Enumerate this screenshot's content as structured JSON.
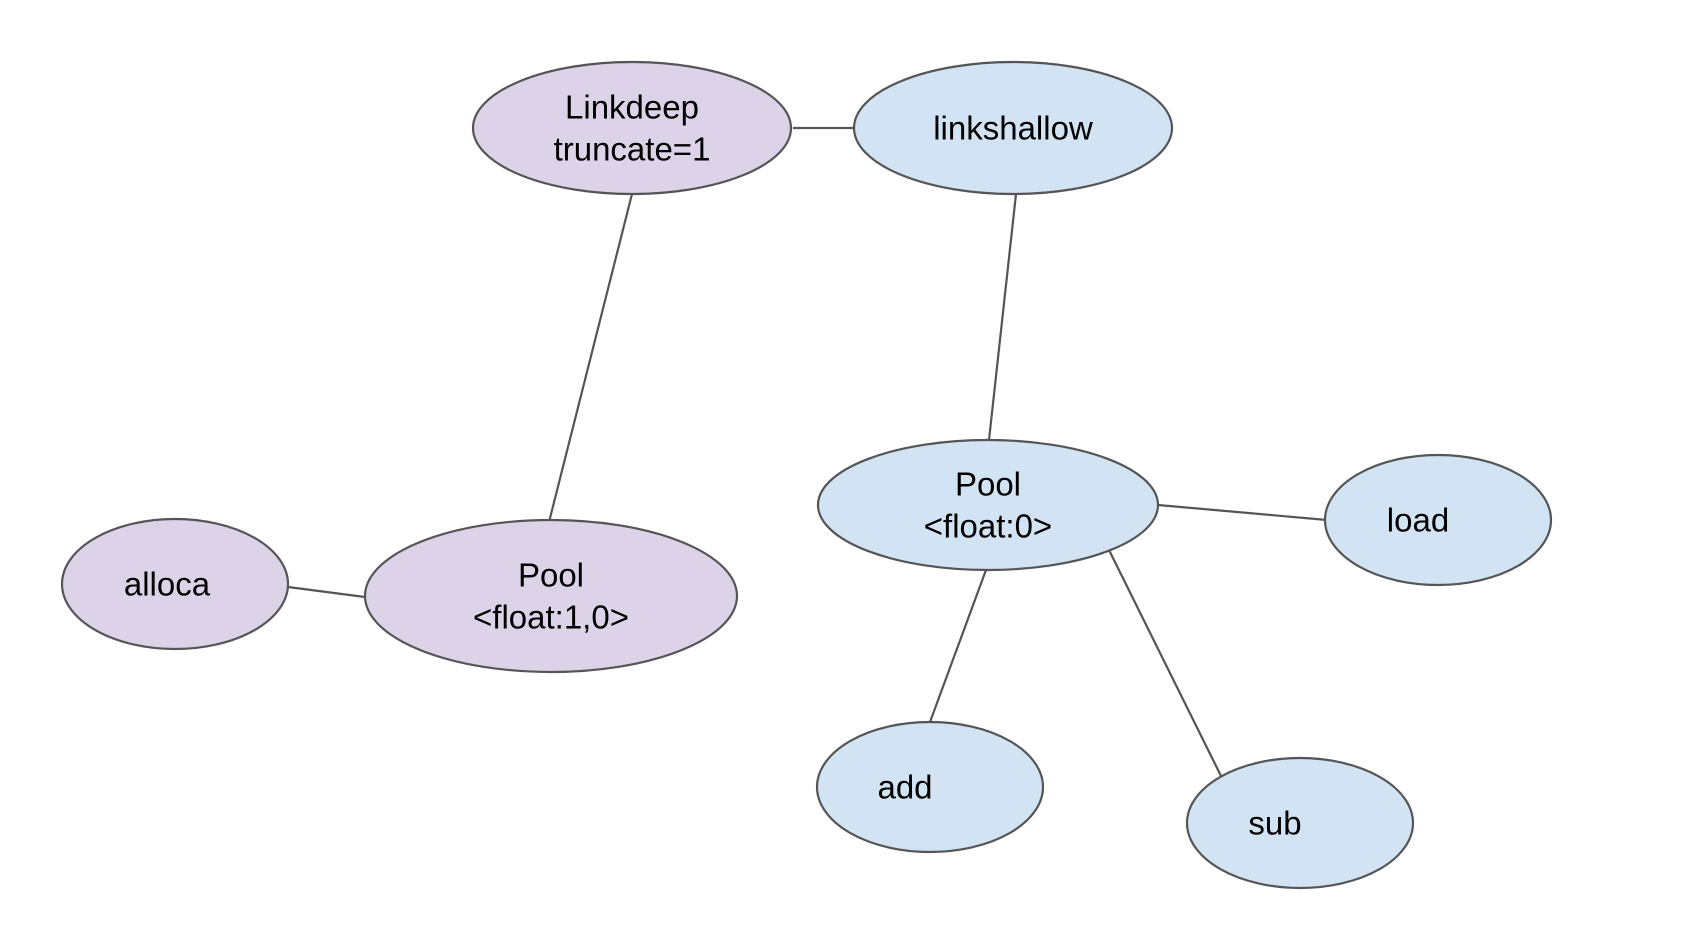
{
  "colors": {
    "purple_fill": "#dcd3e8",
    "blue_fill": "#d2e3f4",
    "outline": "#555555",
    "edge": "#555555"
  },
  "nodes": [
    {
      "id": "linkdeep",
      "lines": [
        "Linkdeep",
        "truncate=1"
      ],
      "color": "purple"
    },
    {
      "id": "linkshallow",
      "lines": [
        "linkshallow"
      ],
      "color": "blue"
    },
    {
      "id": "pool-left",
      "lines": [
        "Pool",
        "<float:1,0>"
      ],
      "color": "purple"
    },
    {
      "id": "alloca",
      "lines": [
        "alloca"
      ],
      "color": "purple"
    },
    {
      "id": "pool-right",
      "lines": [
        "Pool",
        "<float:0>"
      ],
      "color": "blue"
    },
    {
      "id": "load",
      "lines": [
        "load"
      ],
      "color": "blue"
    },
    {
      "id": "add",
      "lines": [
        "add"
      ],
      "color": "blue"
    },
    {
      "id": "sub",
      "lines": [
        "sub"
      ],
      "color": "blue"
    }
  ],
  "edges": [
    {
      "from": "linkdeep",
      "to": "linkshallow"
    },
    {
      "from": "linkdeep",
      "to": "pool-left"
    },
    {
      "from": "alloca",
      "to": "pool-left"
    },
    {
      "from": "linkshallow",
      "to": "pool-right"
    },
    {
      "from": "pool-right",
      "to": "load"
    },
    {
      "from": "pool-right",
      "to": "add"
    },
    {
      "from": "pool-right",
      "to": "sub"
    }
  ]
}
